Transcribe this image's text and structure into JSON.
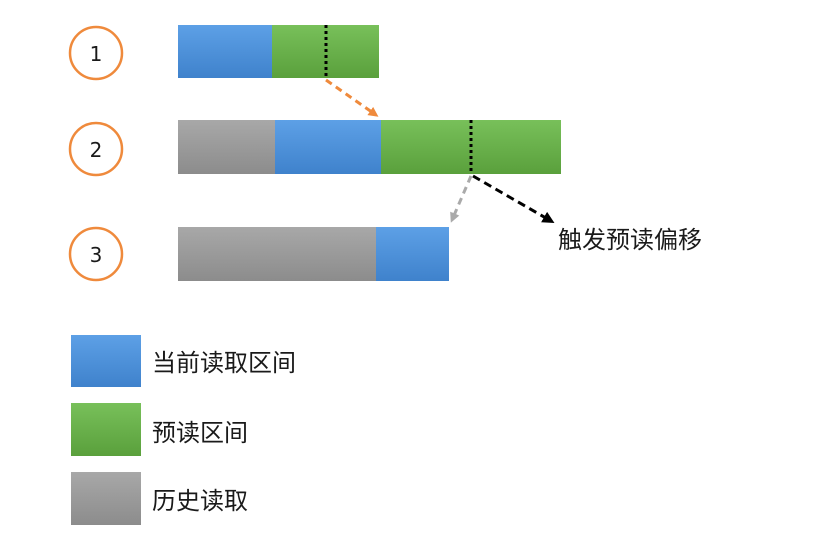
{
  "diagram": {
    "rows": [
      {
        "id": "row-1",
        "step_label": "1",
        "segments": [
          {
            "kind": "current"
          },
          {
            "kind": "prefetch"
          }
        ],
        "trigger_in_segment": 1
      },
      {
        "id": "row-2",
        "step_label": "2",
        "segments": [
          {
            "kind": "history"
          },
          {
            "kind": "current"
          },
          {
            "kind": "prefetch"
          }
        ],
        "trigger_in_segment": 2
      },
      {
        "id": "row-3",
        "step_label": "3",
        "segments": [
          {
            "kind": "history"
          },
          {
            "kind": "current"
          }
        ],
        "trigger_in_segment": null
      }
    ],
    "annotation": {
      "text": "触发预读偏移"
    },
    "legend": [
      {
        "kind": "current",
        "label": "当前读取区间"
      },
      {
        "kind": "prefetch",
        "label": "预读区间"
      },
      {
        "kind": "history",
        "label": "历史读取"
      }
    ]
  },
  "colors": {
    "current": "#4a90d9",
    "prefetch": "#6ab04c",
    "history": "#9a9a9a",
    "circle_stroke": "#ef8a3c",
    "arrow_orange": "#ef8a3c",
    "arrow_gray": "#aaaaaa",
    "arrow_black": "#000000",
    "marker": "#000000",
    "text": "#1a1a1a"
  }
}
